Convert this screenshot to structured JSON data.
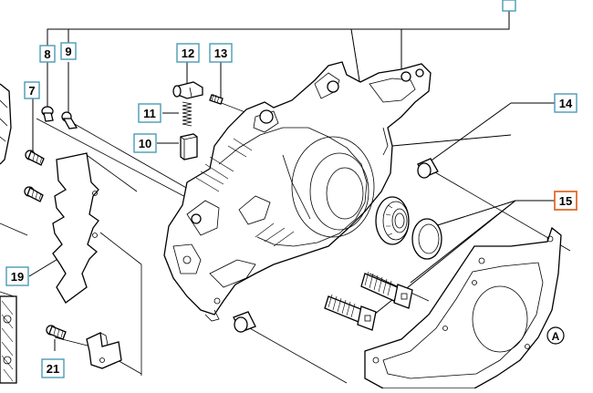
{
  "callouts": [
    {
      "id": "7",
      "label": "7",
      "highlight": false
    },
    {
      "id": "8",
      "label": "8",
      "highlight": false
    },
    {
      "id": "9",
      "label": "9",
      "highlight": false
    },
    {
      "id": "10",
      "label": "10",
      "highlight": false
    },
    {
      "id": "11",
      "label": "11",
      "highlight": false
    },
    {
      "id": "12",
      "label": "12",
      "highlight": false
    },
    {
      "id": "13",
      "label": "13",
      "highlight": false
    },
    {
      "id": "14",
      "label": "14",
      "highlight": false
    },
    {
      "id": "15",
      "label": "15",
      "highlight": true
    },
    {
      "id": "19",
      "label": "19",
      "highlight": false
    },
    {
      "id": "21",
      "label": "21",
      "highlight": false
    }
  ],
  "reference_marker": "A",
  "colors": {
    "callout_border": "#4a9bb5",
    "callout_highlight": "#e06b2b",
    "line": "#000000"
  }
}
